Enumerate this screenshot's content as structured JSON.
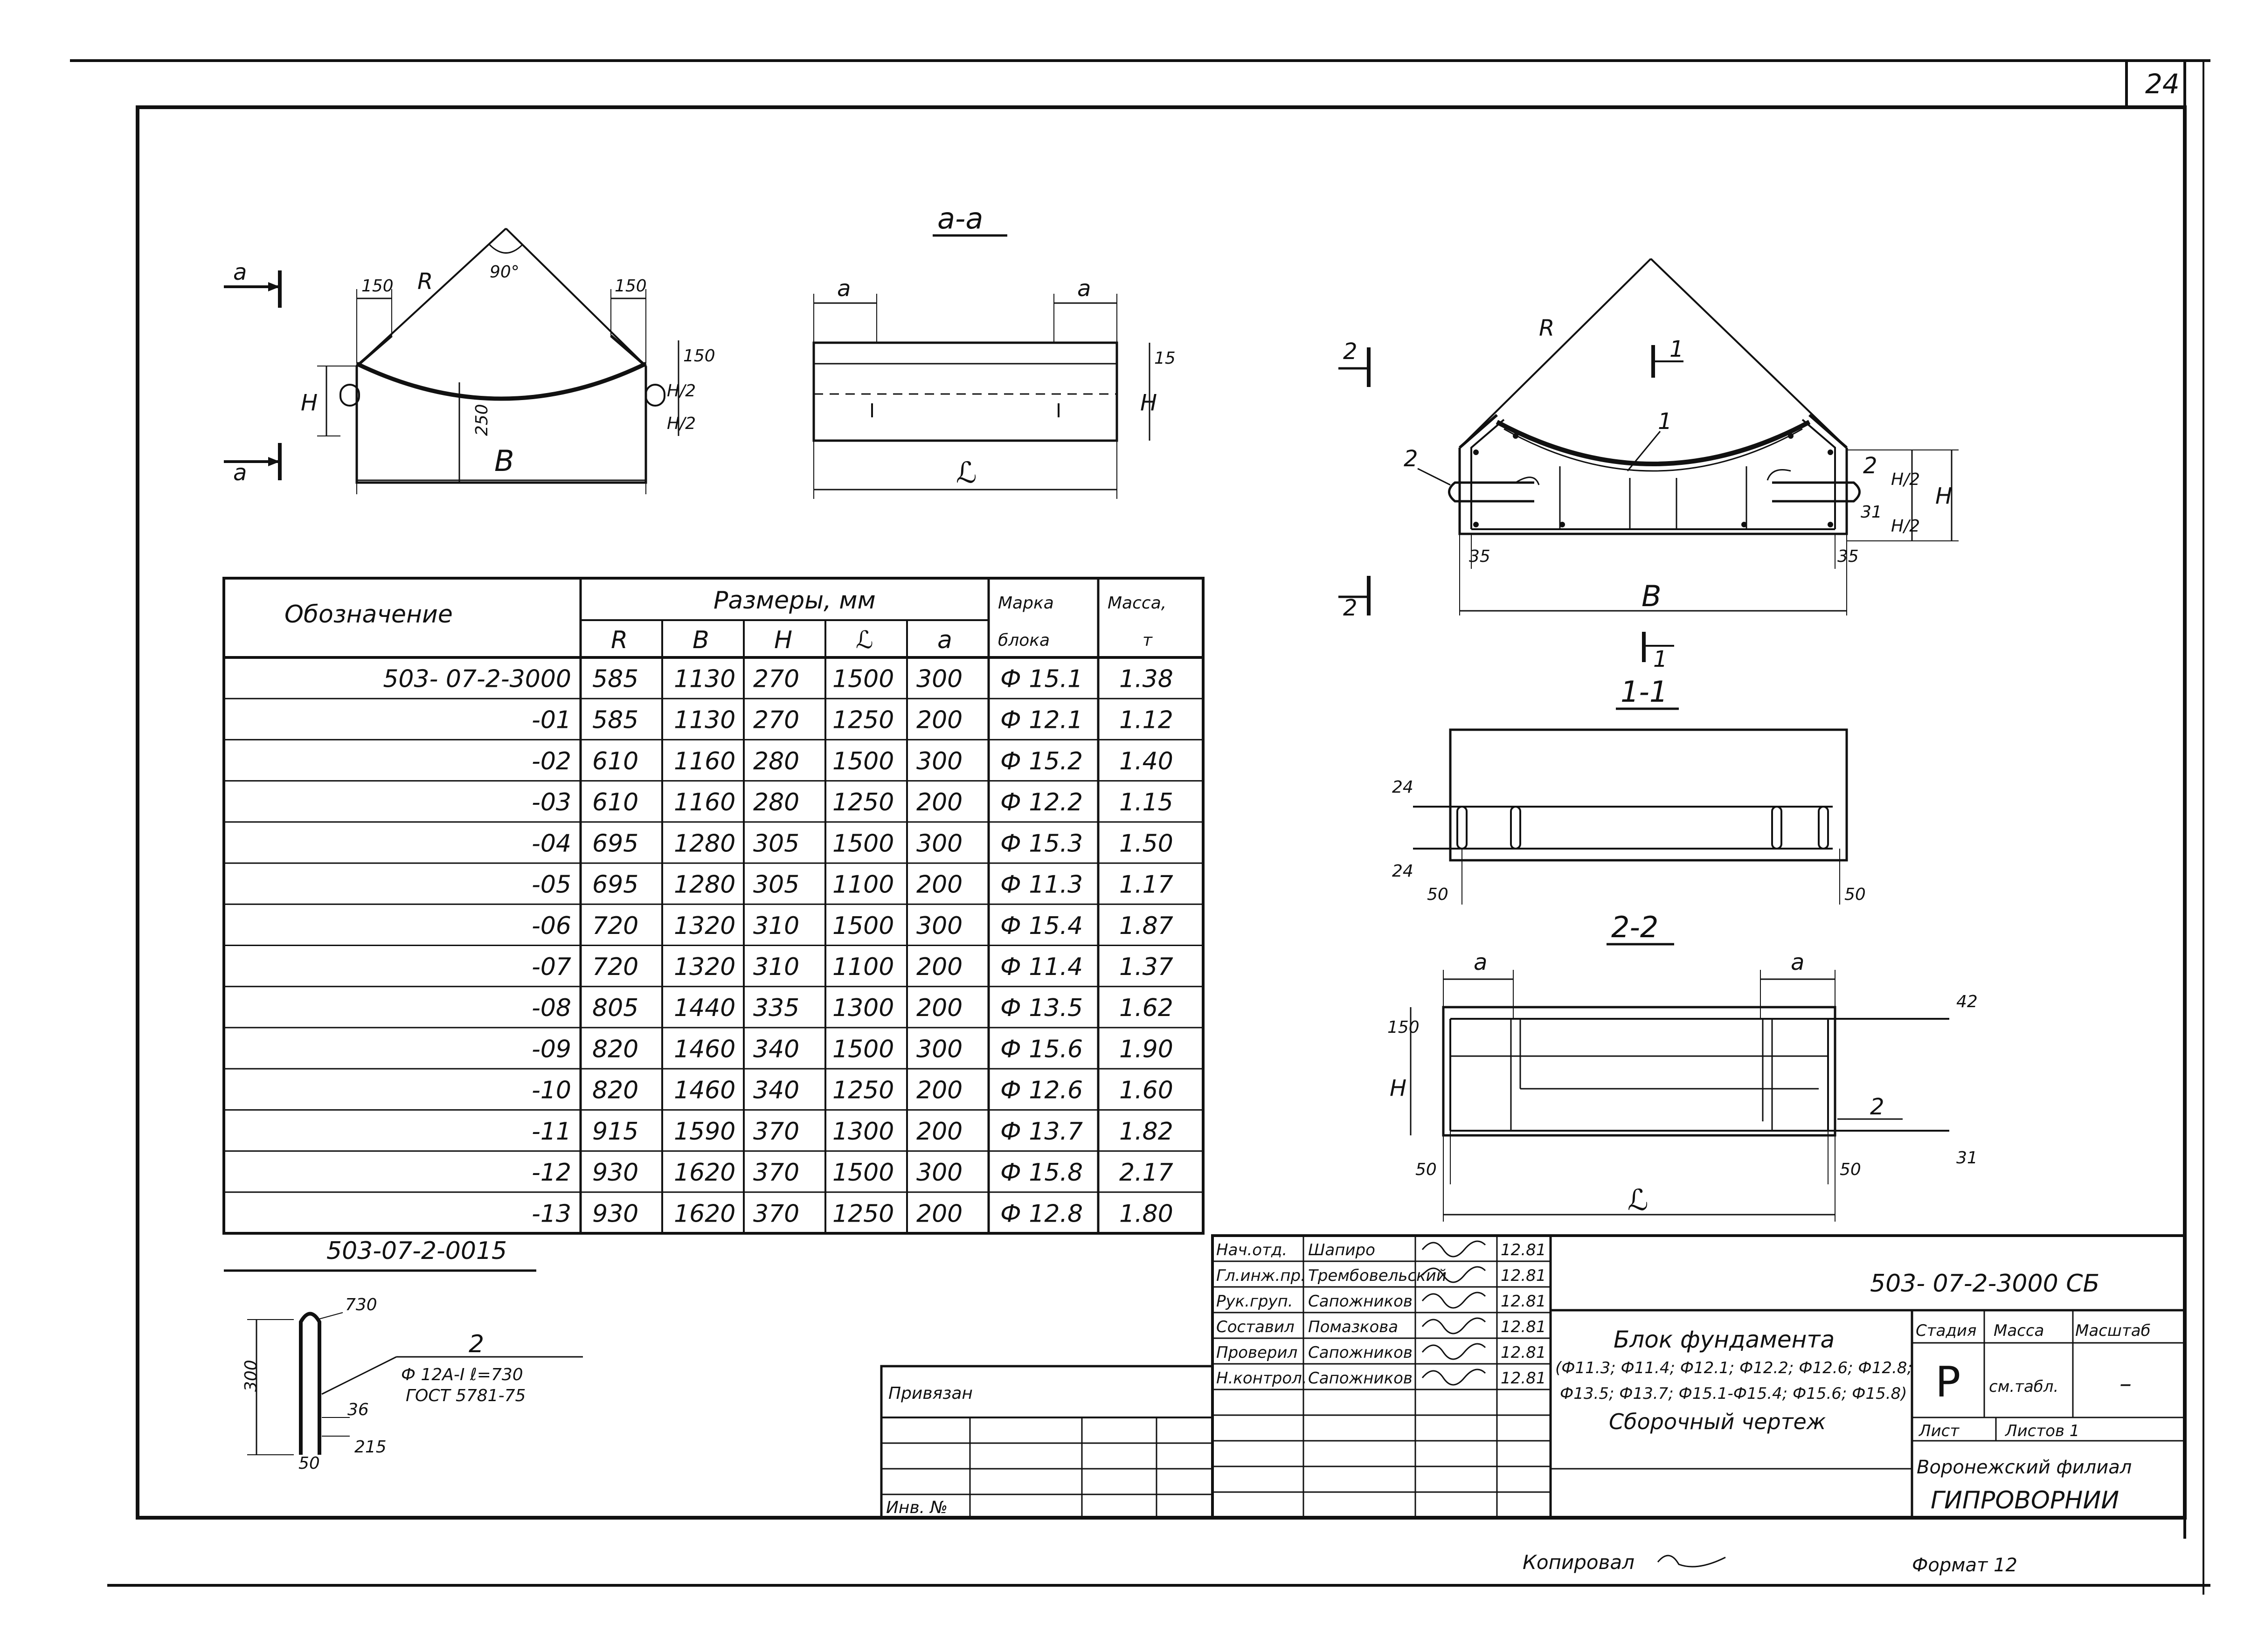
{
  "page_number": "24",
  "sections": {
    "aa": "а-а",
    "s11": "1-1",
    "s22": "2-2"
  },
  "view_labels": {
    "a": "а",
    "R": "R",
    "H": "H",
    "B": "B",
    "L": "ℒ",
    "angle": "90°",
    "dim_150": "150",
    "dim_250": "250",
    "dim_15": "15",
    "dim_H2": "H/2",
    "dim_35": "35",
    "dim_31": "31",
    "dim_24": "24",
    "dim_50": "50",
    "dim_42": "42",
    "dim_1": "1",
    "dim_2": "2"
  },
  "spec_table": {
    "header_designation": "Обозначение",
    "header_dimensions": "Размеры, мм",
    "header_mark": "Марка",
    "header_mark2": "блока",
    "header_mass": "Масса,",
    "header_mass2": "т",
    "sub_headers": [
      "R",
      "B",
      "H",
      "ℒ",
      "а"
    ],
    "rows": [
      {
        "designation": "503- 07-2-3000",
        "R": "585",
        "B": "1130",
        "H": "270",
        "L": "1500",
        "a": "300",
        "mark": "Ф 15.1",
        "mass": "1.38"
      },
      {
        "designation": "-01",
        "R": "585",
        "B": "1130",
        "H": "270",
        "L": "1250",
        "a": "200",
        "mark": "Ф 12.1",
        "mass": "1.12"
      },
      {
        "designation": "-02",
        "R": "610",
        "B": "1160",
        "H": "280",
        "L": "1500",
        "a": "300",
        "mark": "Ф 15.2",
        "mass": "1.40"
      },
      {
        "designation": "-03",
        "R": "610",
        "B": "1160",
        "H": "280",
        "L": "1250",
        "a": "200",
        "mark": "Ф 12.2",
        "mass": "1.15"
      },
      {
        "designation": "-04",
        "R": "695",
        "B": "1280",
        "H": "305",
        "L": "1500",
        "a": "300",
        "mark": "Ф 15.3",
        "mass": "1.50"
      },
      {
        "designation": "-05",
        "R": "695",
        "B": "1280",
        "H": "305",
        "L": "1100",
        "a": "200",
        "mark": "Ф 11.3",
        "mass": "1.17"
      },
      {
        "designation": "-06",
        "R": "720",
        "B": "1320",
        "H": "310",
        "L": "1500",
        "a": "300",
        "mark": "Ф 15.4",
        "mass": "1.87"
      },
      {
        "designation": "-07",
        "R": "720",
        "B": "1320",
        "H": "310",
        "L": "1100",
        "a": "200",
        "mark": "Ф 11.4",
        "mass": "1.37"
      },
      {
        "designation": "-08",
        "R": "805",
        "B": "1440",
        "H": "335",
        "L": "1300",
        "a": "200",
        "mark": "Ф 13.5",
        "mass": "1.62"
      },
      {
        "designation": "-09",
        "R": "820",
        "B": "1460",
        "H": "340",
        "L": "1500",
        "a": "300",
        "mark": "Ф 15.6",
        "mass": "1.90"
      },
      {
        "designation": "-10",
        "R": "820",
        "B": "1460",
        "H": "340",
        "L": "1250",
        "a": "200",
        "mark": "Ф 12.6",
        "mass": "1.60"
      },
      {
        "designation": "-11",
        "R": "915",
        "B": "1590",
        "H": "370",
        "L": "1300",
        "a": "200",
        "mark": "Ф 13.7",
        "mass": "1.82"
      },
      {
        "designation": "-12",
        "R": "930",
        "B": "1620",
        "H": "370",
        "L": "1500",
        "a": "300",
        "mark": "Ф 15.8",
        "mass": "2.17"
      },
      {
        "designation": "-13",
        "R": "930",
        "B": "1620",
        "H": "370",
        "L": "1250",
        "a": "200",
        "mark": "Ф 12.8",
        "mass": "1.80"
      }
    ]
  },
  "detail": {
    "title": "503-07-2-0015",
    "pos": "2",
    "spec": "Ф 12А-I ℓ=730",
    "gost": "ГОСТ 5781-75",
    "dim_730": "730",
    "dim_300": "300",
    "dim_215": "215",
    "dim_36": "36",
    "dim_50": "50"
  },
  "privyazan": {
    "label": "Привязан",
    "inv": "Инв. №"
  },
  "title_block": {
    "code": "503- 07-2-3000 СБ",
    "signers": [
      {
        "role": "Нач.отд.",
        "name": "Шапиро",
        "date": "12.81"
      },
      {
        "role": "Гл.инж.пр.",
        "name": "Трембовельский",
        "date": "12.81"
      },
      {
        "role": "Рук.груп.",
        "name": "Сапожников",
        "date": "12.81"
      },
      {
        "role": "Составил",
        "name": "Помазкова",
        "date": "12.81"
      },
      {
        "role": "Проверил",
        "name": "Сапожников",
        "date": "12.81"
      },
      {
        "role": "Н.контрол.",
        "name": "Сапожников",
        "date": "12.81"
      }
    ],
    "name_line1": "Блок фундамента",
    "name_line2": "(Ф11.3; Ф11.4; Ф12.1; Ф12.2; Ф12.6; Ф12.8;",
    "name_line3": "Ф13.5; Ф13.7; Ф15.1-Ф15.4; Ф15.6; Ф15.8)",
    "name_line4": "Сборочный чертеж",
    "stage_label": "Стадия",
    "mass_label": "Масса",
    "scale_label": "Масштаб",
    "stage": "Р",
    "mass": "см.табл.",
    "scale": "–",
    "sheet_label": "Лист",
    "sheets_label": "Листов 1",
    "org_line1": "Воронежский филиал",
    "org_line2": "ГИПРОВОРНИИ"
  },
  "footer": {
    "copied": "Копировал",
    "format": "Формат 12"
  }
}
